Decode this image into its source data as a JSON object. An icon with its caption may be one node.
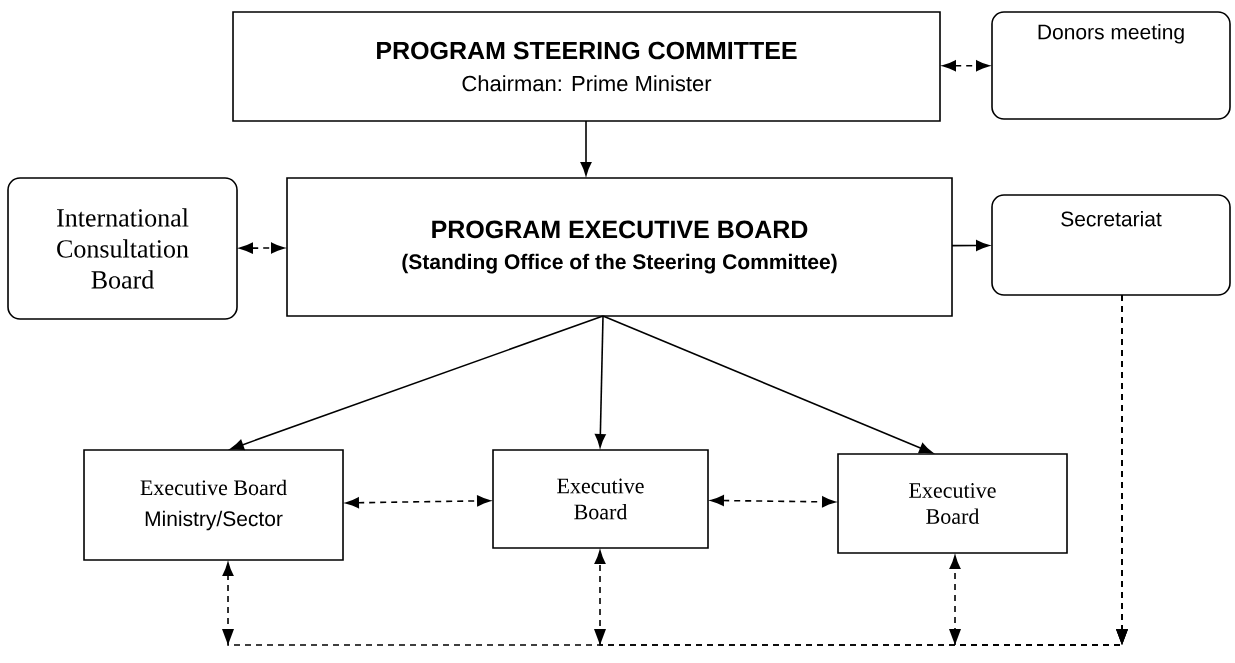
{
  "diagram": {
    "nodes": [
      {
        "text": [
          "PROGRAM STEERING COMMITTEE",
          "Chairman: Prime Minister"
        ]
      },
      {
        "text": [
          "Donors meeting"
        ]
      },
      {
        "text": [
          "International Consultation Board"
        ]
      },
      {
        "text": [
          "PROGRAM EXECUTIVE BOARD",
          "(Standing Office of the Steering Committee)"
        ]
      },
      {
        "text": [
          "Secretariat"
        ]
      },
      {
        "text": [
          "Executive Board",
          "Ministry/Sector"
        ]
      },
      {
        "text": [
          "Executive Board"
        ]
      },
      {
        "text": [
          "Executive Board"
        ]
      }
    ],
    "edges": [
      {
        "from": 0,
        "to": 3,
        "arrow": "to"
      },
      {
        "from": 0,
        "to": 1,
        "arrow": "both",
        "style": "dashed"
      },
      {
        "from": 2,
        "to": 3,
        "arrow": "both",
        "style": "dashed"
      },
      {
        "from": 3,
        "to": 4,
        "arrow": "to"
      },
      {
        "from": 3,
        "to": 5,
        "arrow": "to"
      },
      {
        "from": 3,
        "to": 6,
        "arrow": "to"
      },
      {
        "from": 3,
        "to": 7,
        "arrow": "to"
      },
      {
        "from": 5,
        "to": 6,
        "arrow": "both",
        "style": "dashed"
      },
      {
        "from": 6,
        "to": 7,
        "arrow": "both",
        "style": "dashed"
      },
      {
        "from": 4,
        "to": 5,
        "arrow": "to",
        "style": "dashed"
      },
      {
        "from": 4,
        "to": 6,
        "arrow": "to",
        "style": "dashed"
      },
      {
        "from": 4,
        "to": 7,
        "arrow": "to",
        "style": "dashed"
      }
    ]
  }
}
